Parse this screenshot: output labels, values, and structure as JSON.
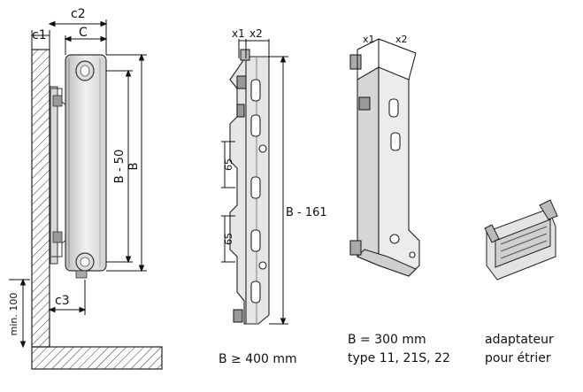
{
  "dimensions": {
    "c1": "c1",
    "c2": "c2",
    "c": "C",
    "c3": "c3",
    "b_minus_50": "B - 50",
    "b": "B",
    "min_100": "min. 100",
    "x1": "x1",
    "x2": "x2",
    "b_minus_161": "B - 161",
    "spacing_65": "65"
  },
  "captions": {
    "bracket_400": "B ≥ 400 mm",
    "bracket_300_line1": "B = 300 mm",
    "bracket_300_line2": "type 11, 21S, 22",
    "adapter_line1": "adaptateur",
    "adapter_line2": "pour étrier"
  }
}
